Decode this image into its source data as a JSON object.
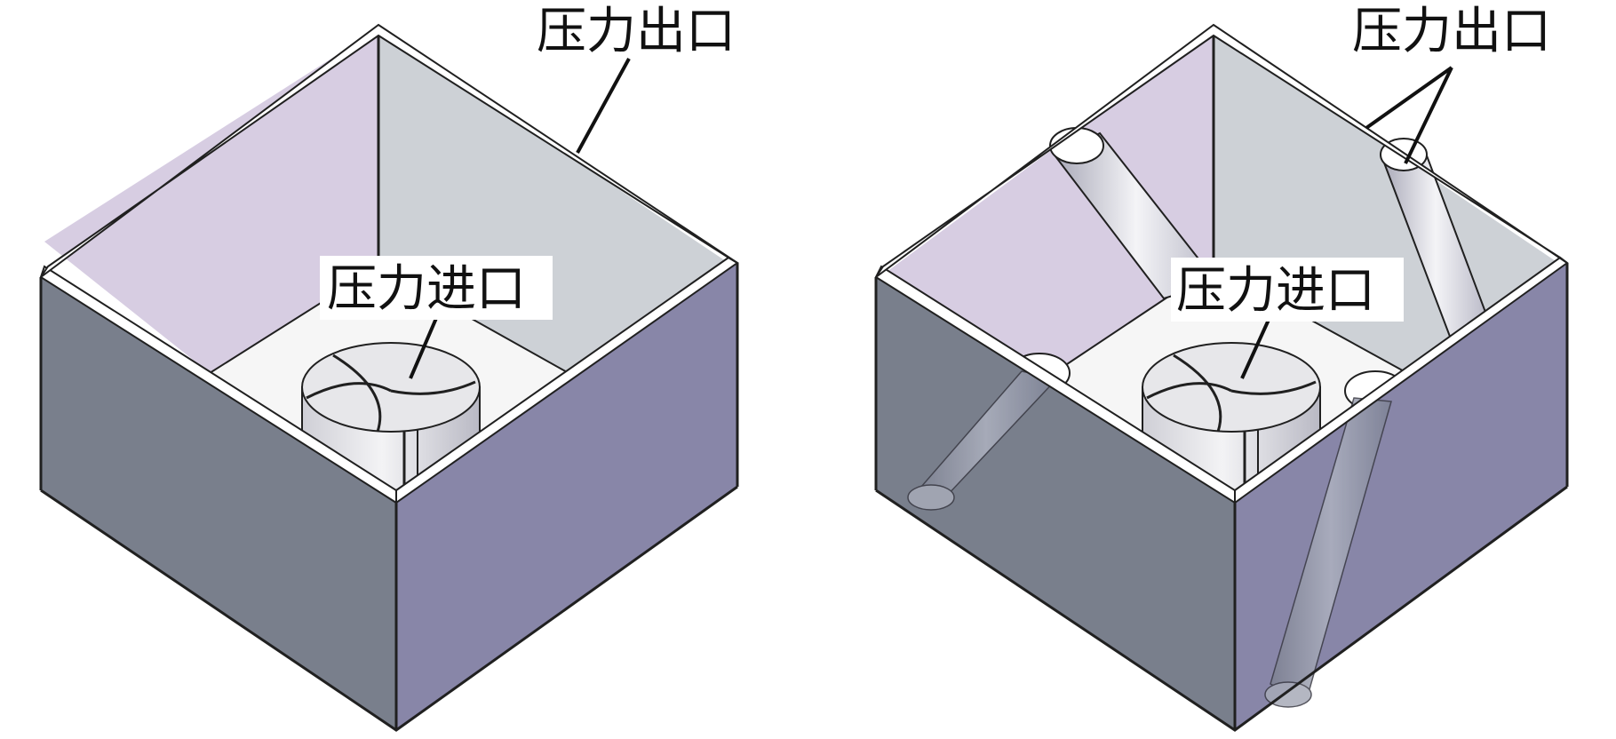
{
  "figures": [
    {
      "label_outlet": "压力出口",
      "label_inlet": "压力进口"
    },
    {
      "label_outlet": "压力出口",
      "label_inlet": "压力进口"
    }
  ],
  "colors": {
    "outer_left_face": "#797f8c",
    "outer_right_face": "#8886a8",
    "inner_left_wall": "#d7cde2",
    "inner_right_wall": "#cdd1d6",
    "floor": "#f6f6f6",
    "cylinder": "#e7e7ea",
    "rim": "#ffffff",
    "edge": "#202020"
  }
}
